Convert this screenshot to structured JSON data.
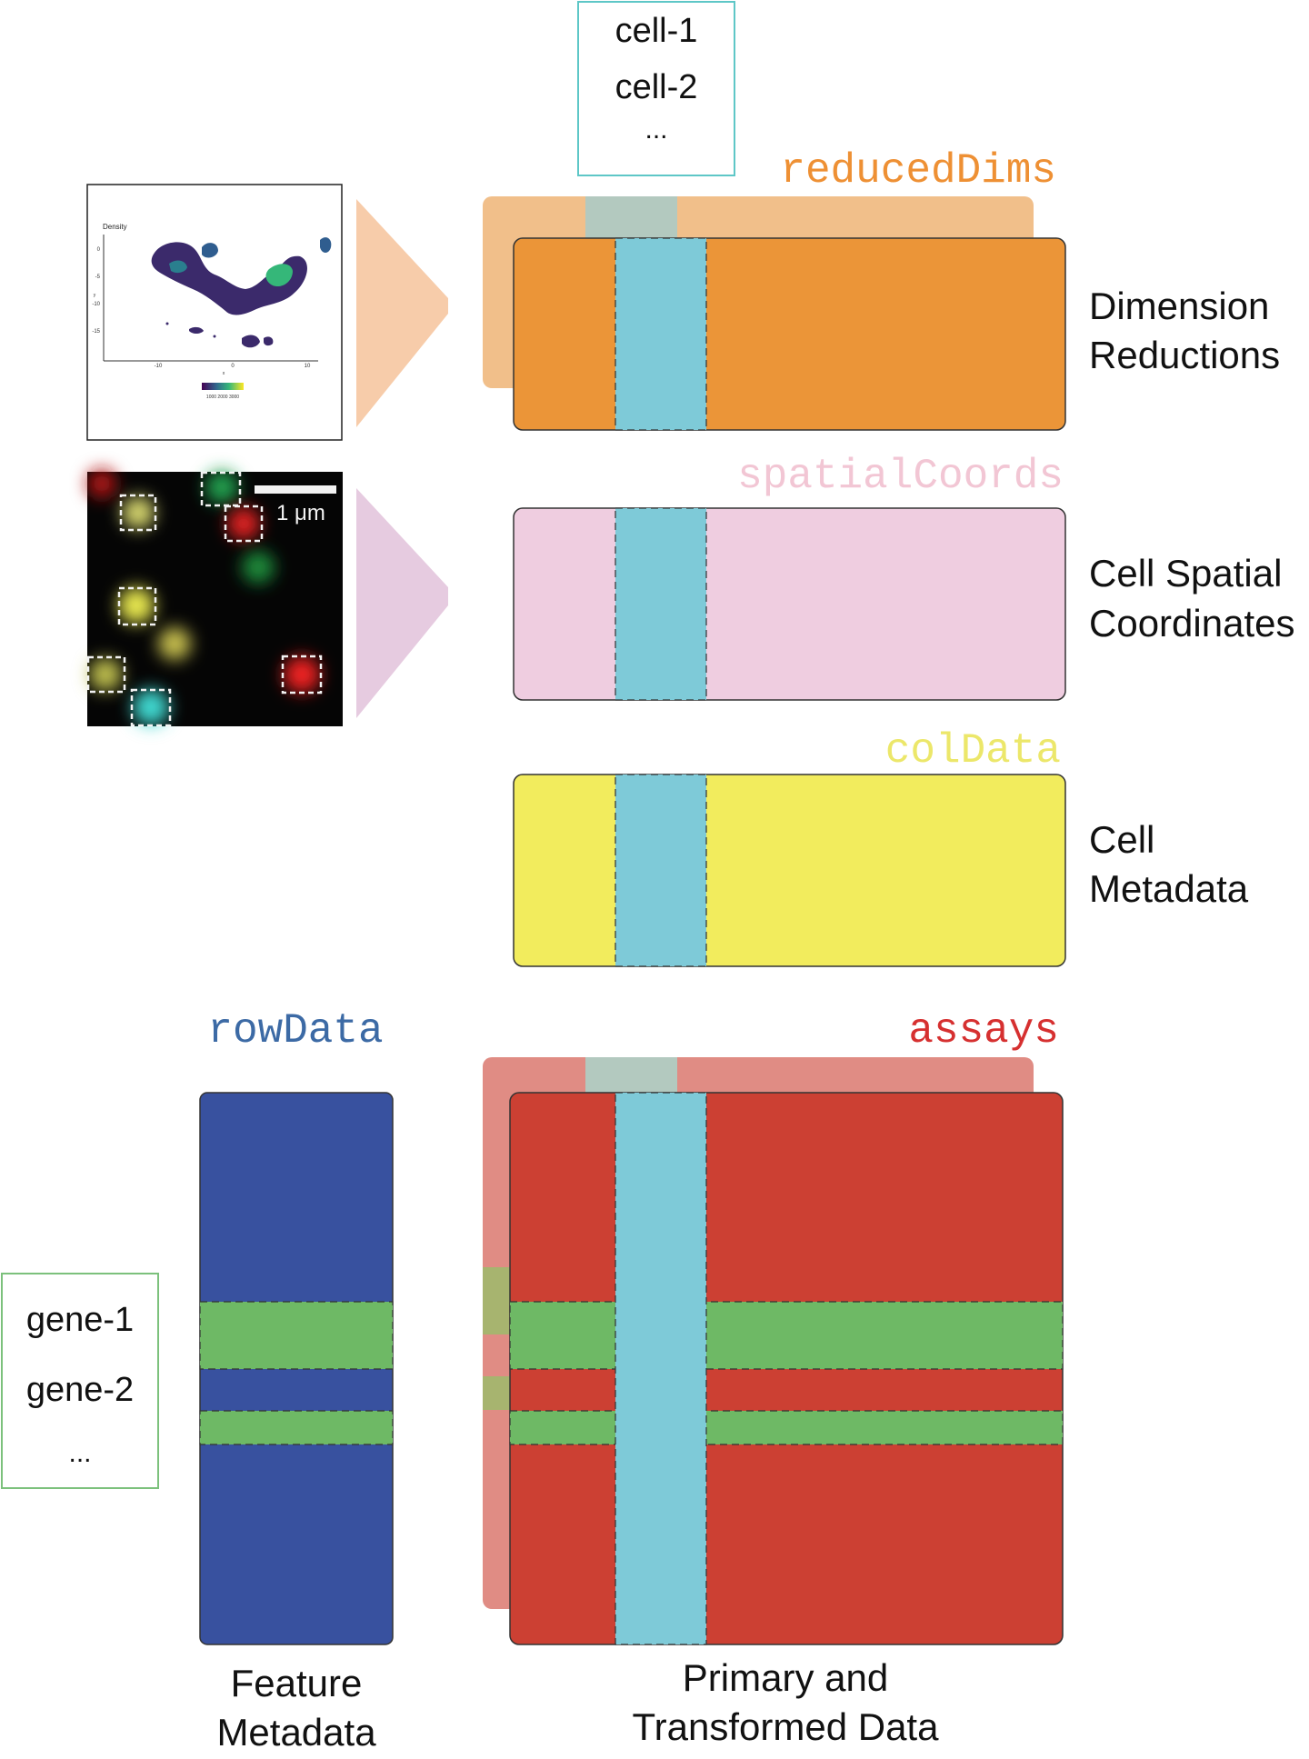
{
  "cell_box": {
    "items": [
      "cell-1",
      "cell-2",
      "..."
    ],
    "border_color": "#5ec7c7"
  },
  "gene_box": {
    "items": [
      "gene-1",
      "gene-2",
      "..."
    ],
    "border_color": "#7cc17c"
  },
  "sections": {
    "reducedDims": {
      "code": "reducedDims",
      "label": [
        "Dimension",
        "Reductions"
      ],
      "color": "#eb9538",
      "back_color": "#f1bf8a",
      "code_color": "#ee9034"
    },
    "spatialCoords": {
      "code": "spatialCoords",
      "label": [
        "Cell Spatial",
        "Coordinates"
      ],
      "color": "#efcde0",
      "code_color": "#f2c6d4"
    },
    "colData": {
      "code": "colData",
      "label": [
        "Cell",
        "Metadata"
      ],
      "color": "#f2ec5d",
      "code_color": "#ece76a"
    },
    "rowData": {
      "code": "rowData",
      "label": [
        "Feature",
        "Metadata"
      ],
      "color": "#38519f",
      "code_color": "#3c6aa5"
    },
    "assays": {
      "code": "assays",
      "label": [
        "Primary and",
        "Transformed Data"
      ],
      "color": "#cc4033",
      "back_color": "#e08c84",
      "code_color": "#d63030"
    }
  },
  "highlight_colors": {
    "cell": "#7ecad8",
    "cell_back": "#b3c9bf",
    "gene": "#6eb965",
    "gene_back": "#a7b46f"
  },
  "density_plot": {
    "title": "Density",
    "x_axis_label": "x",
    "y_axis_label": "y",
    "x_ticks": [
      "-10",
      "0",
      "10"
    ],
    "y_ticks": [
      "0",
      "-5",
      "-10",
      "-15"
    ],
    "legend_ticks": "1000 2000 3000"
  },
  "microscopy": {
    "scale_label": "1 μm"
  }
}
